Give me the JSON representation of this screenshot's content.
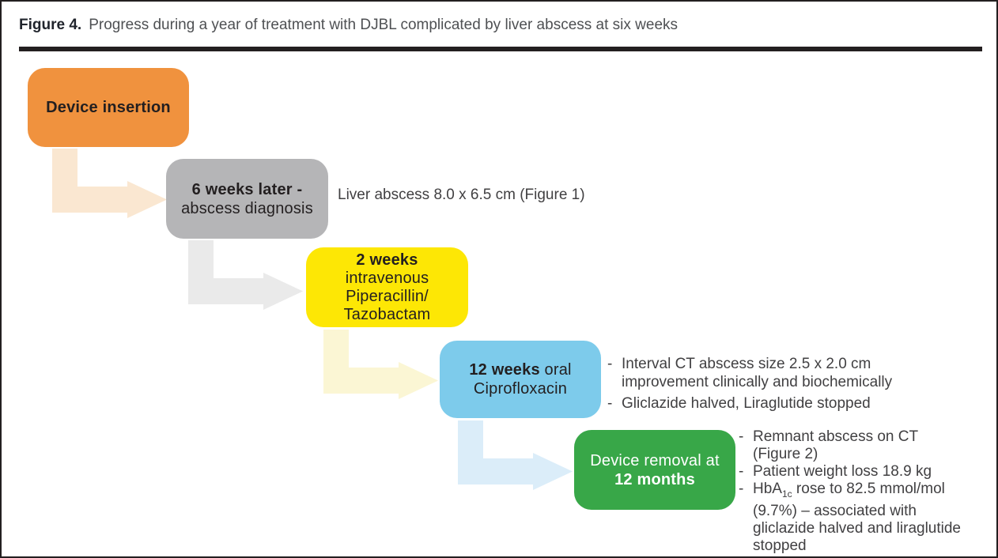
{
  "figure": {
    "label": "Figure 4.",
    "caption": "Progress during a year of treatment with DJBL complicated by liver abscess at six weeks"
  },
  "colors": {
    "border": "#231F20",
    "title_rule": "#231F20",
    "box_text_dark": "#231F20",
    "box_text_light": "#FFFFFF",
    "note_text": "#414042",
    "orange": "#F0923E",
    "gray": "#B5B5B7",
    "yellow": "#FDE705",
    "blue": "#7DCBEB",
    "green": "#38A748",
    "pale_orange": "#FAE7D1",
    "pale_gray": "#EAEAEA",
    "pale_yellow": "#FBF6D4",
    "pale_blue": "#DBEDF9"
  },
  "flow": {
    "steps": [
      {
        "name": "device-insertion",
        "box_color": "#F0923E",
        "bold": "Device insertion"
      },
      {
        "name": "abscess-diagnosis",
        "box_color": "#B5B5B7",
        "bold": "6 weeks later -",
        "line2": "abscess diagnosis",
        "note": "Liver abscess 8.0 x 6.5 cm (Figure 1)"
      },
      {
        "name": "iv-antibiotics",
        "box_color": "#FDE705",
        "bold": "2 weeks",
        "line2": "intravenous",
        "line3": "Piperacillin/",
        "line4": "Tazobactam"
      },
      {
        "name": "oral-antibiotics",
        "box_color": "#7DCBEB",
        "bold": "12 weeks",
        "bold_suffix": " oral",
        "line2": "Ciprofloxacin",
        "bullets": [
          {
            "marker": "-",
            "text": "Interval CT abscess size 2.5 x 2.0 cm\nimprovement clinically and biochemically"
          },
          {
            "marker": "-",
            "text": "Gliclazide halved, Liraglutide stopped"
          }
        ]
      },
      {
        "name": "device-removal",
        "box_color": "#38A748",
        "line1": "Device removal at",
        "bold": "12 months",
        "bullets": [
          {
            "marker": "-",
            "text": "Remnant abscess on CT\n(Figure 2)"
          },
          {
            "marker": "-",
            "text": "Patient weight loss 18.9 kg"
          },
          {
            "marker": "-",
            "prefix": "HbA",
            "sub": "1c",
            "text": " rose to 82.5 mmol/mol\n(9.7%) – associated with\ngliclazide halved and liraglutide\nstopped"
          }
        ]
      }
    ],
    "arrows": [
      {
        "name": "insertion-to-diagnosis",
        "color": "#FAE7D1"
      },
      {
        "name": "diagnosis-to-iv",
        "color": "#EAEAEA"
      },
      {
        "name": "iv-to-oral",
        "color": "#FBF6D4"
      },
      {
        "name": "oral-to-removal",
        "color": "#DBEDF9"
      }
    ]
  }
}
